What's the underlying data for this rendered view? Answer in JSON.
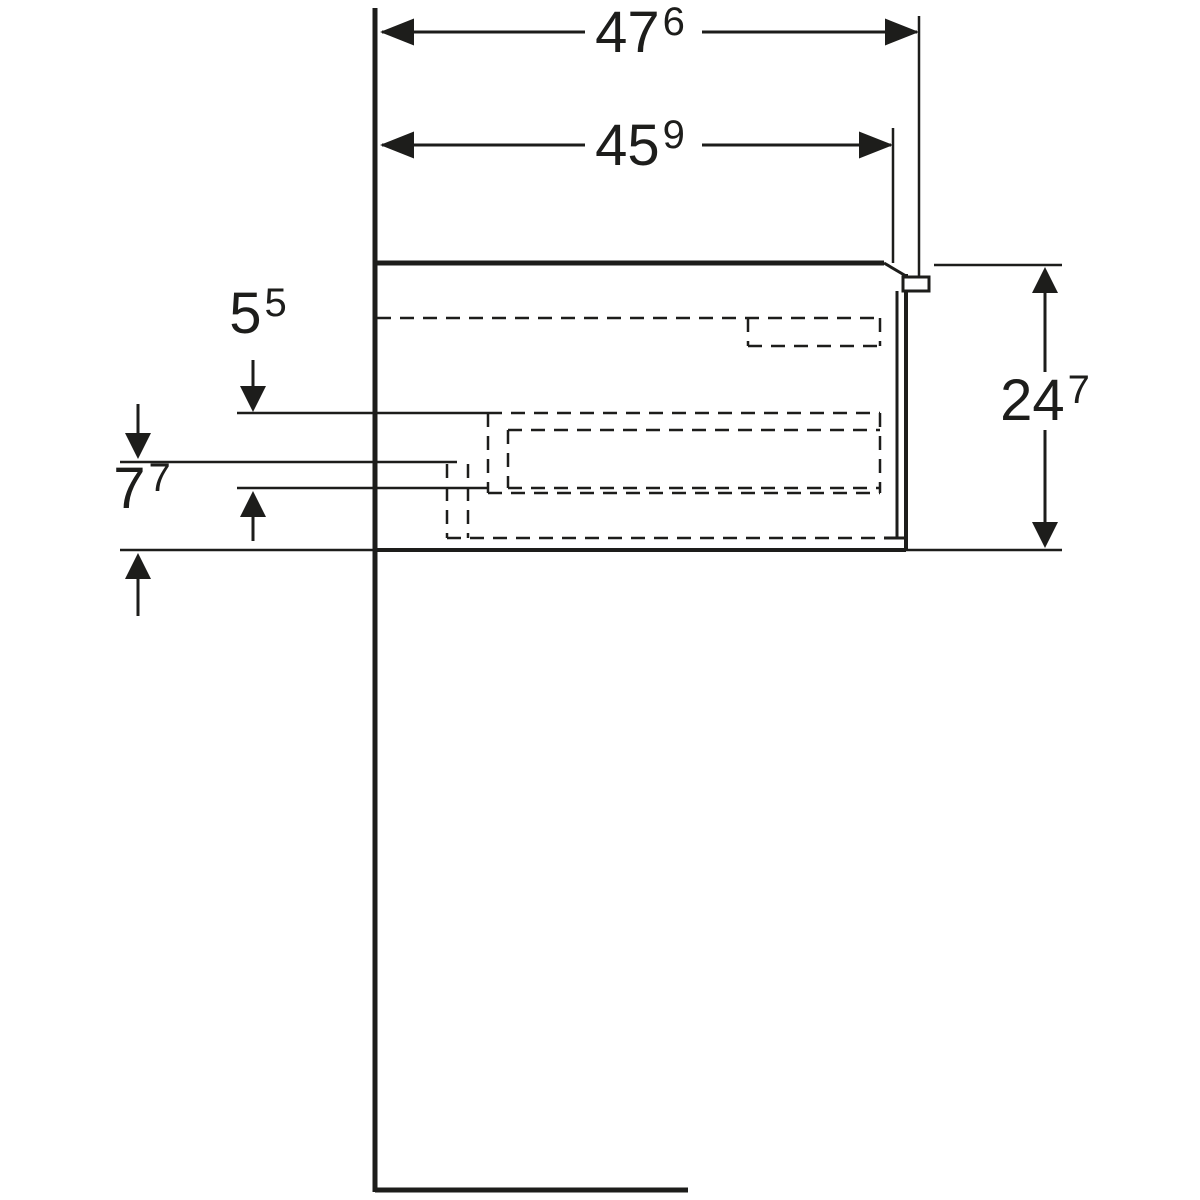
{
  "drawing": {
    "background": "#ffffff",
    "line_color": "#1d1d1b",
    "type": "cabinet-side-view-dimension-drawing"
  },
  "dimensions": {
    "total_width": {
      "main": "47",
      "sup": "6"
    },
    "basin_width": {
      "main": "45",
      "sup": "9"
    },
    "top_offset": {
      "main": "5",
      "sup": "5"
    },
    "height": {
      "main": "24",
      "sup": "7"
    },
    "bottom_offset": {
      "main": "7",
      "sup": "7"
    }
  }
}
